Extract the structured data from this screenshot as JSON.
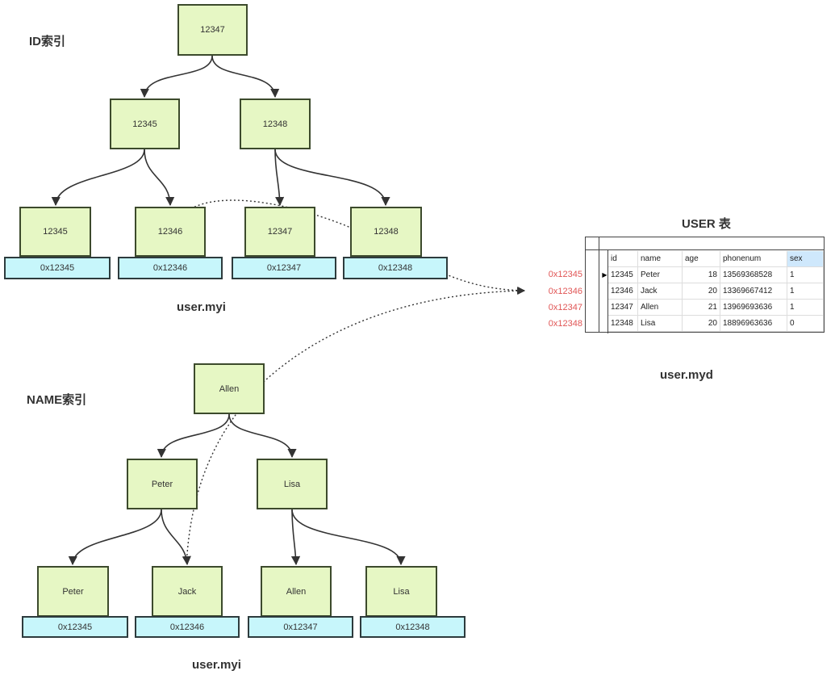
{
  "id_index": {
    "title": "ID索引",
    "root": "12347",
    "level2": [
      "12345",
      "12348"
    ],
    "leaves": [
      {
        "key": "12345",
        "addr": "0x12345"
      },
      {
        "key": "12346",
        "addr": "0x12346"
      },
      {
        "key": "12347",
        "addr": "0x12347"
      },
      {
        "key": "12348",
        "addr": "0x12348"
      }
    ],
    "file_label": "user.myi"
  },
  "name_index": {
    "title": "NAME索引",
    "root": "Allen",
    "level2": [
      "Peter",
      "Lisa"
    ],
    "leaves": [
      {
        "key": "Peter",
        "addr": "0x12345"
      },
      {
        "key": "Jack",
        "addr": "0x12346"
      },
      {
        "key": "Allen",
        "addr": "0x12347"
      },
      {
        "key": "Lisa",
        "addr": "0x12348"
      }
    ],
    "file_label": "user.myi"
  },
  "table": {
    "title": "USER 表",
    "columns": [
      "id",
      "name",
      "age",
      "phonenum",
      "sex"
    ],
    "rows": [
      {
        "addr": "0x12345",
        "id": "12345",
        "name": "Peter",
        "age": "18",
        "phonenum": "13569368528",
        "sex": "1"
      },
      {
        "addr": "0x12346",
        "id": "12346",
        "name": "Jack",
        "age": "20",
        "phonenum": "13369667412",
        "sex": "1"
      },
      {
        "addr": "0x12347",
        "id": "12347",
        "name": "Allen",
        "age": "21",
        "phonenum": "13969693636",
        "sex": "1"
      },
      {
        "addr": "0x12348",
        "id": "12348",
        "name": "Lisa",
        "age": "20",
        "phonenum": "18896963636",
        "sex": "0"
      }
    ],
    "current_row_marker": "▶",
    "file_label": "user.myd"
  },
  "colors": {
    "node_fill": "#e6f7c4",
    "addr_fill": "#c7f6fb",
    "pointer_text": "#e05555",
    "selected_header": "#cfe8fc"
  }
}
